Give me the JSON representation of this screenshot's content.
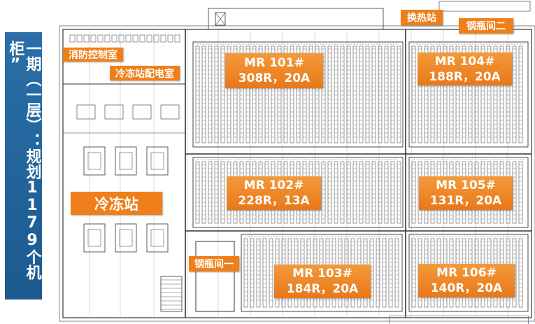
{
  "banner": {
    "text": "一期（一层）：规划1179个机柜”"
  },
  "labels": {
    "fire_control": "消防控制室",
    "chiller_power": "冷冻站配电室",
    "chiller_station": "冷冻站",
    "heat_exchange": "换热站",
    "cylinder_room_1": "钢瓶间一",
    "cylinder_room_2": "钢瓶间二"
  },
  "rooms": [
    {
      "name": "MR 101#",
      "spec": "308R，20A"
    },
    {
      "name": "MR 102#",
      "spec": "228R，13A"
    },
    {
      "name": "MR 103#",
      "spec": "184R，20A"
    },
    {
      "name": "MR 104#",
      "spec": "188R，20A"
    },
    {
      "name": "MR 105#",
      "spec": "131R，20A"
    },
    {
      "name": "MR 106#",
      "spec": "140R，20A"
    }
  ],
  "colors": {
    "banner": "#1f5f95",
    "label": "#ef7f1a",
    "line": "#333333"
  }
}
